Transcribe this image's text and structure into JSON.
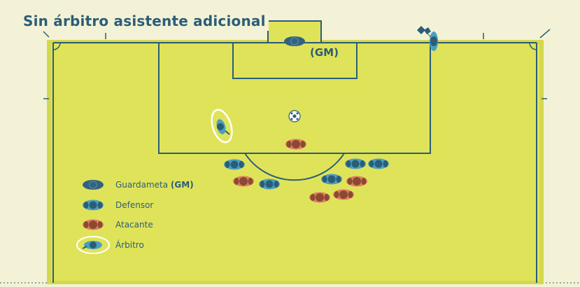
{
  "title": "Sin árbitro asistente adicional",
  "goalkeeper_tag": "(GM)",
  "legend": {
    "goalkeeper": {
      "label": "Guardameta",
      "bold": "(GM)"
    },
    "defender": {
      "label": "Defensor"
    },
    "attacker": {
      "label": "Atacante"
    },
    "referee": {
      "label": "Árbitro"
    }
  },
  "colors": {
    "field": "#dfe359",
    "lines": "#2b5d78",
    "goalkeeper": "#2f6382",
    "defender": "#4a9fc0",
    "attacker_shirt": "#e27a63",
    "attacker_head": "#8a4a32",
    "referee_ring": "#ffffff"
  }
}
